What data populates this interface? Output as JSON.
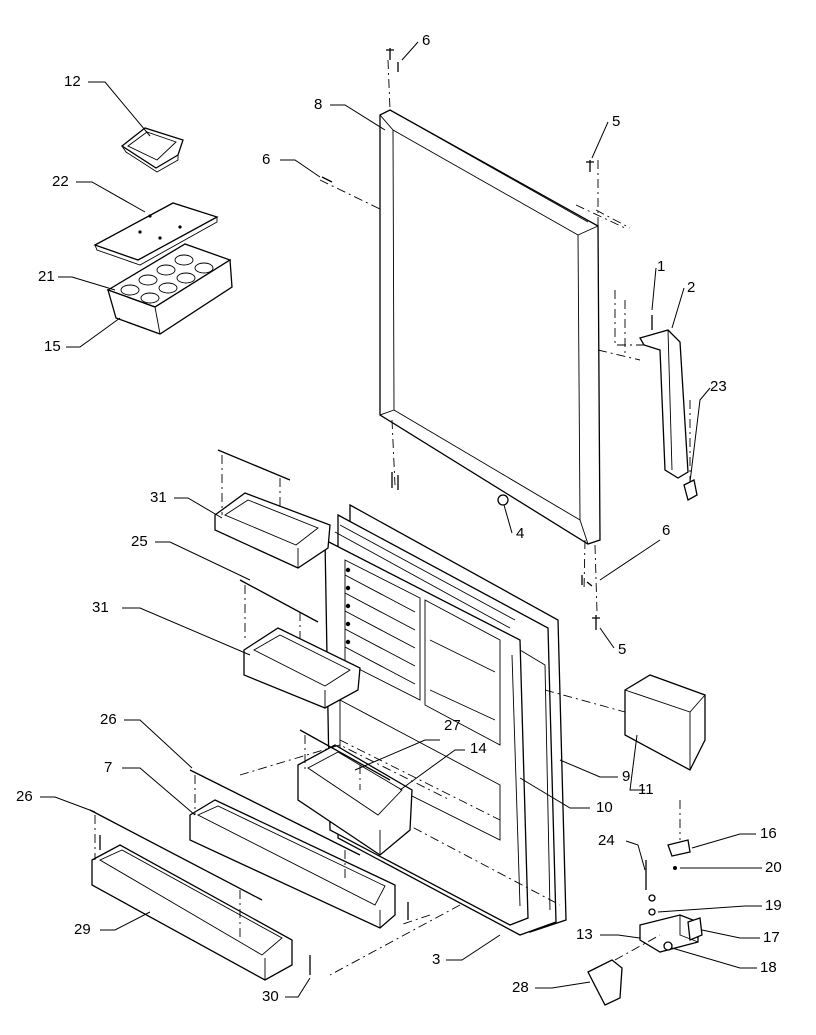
{
  "callouts": [
    {
      "id": "c12",
      "text": "12"
    },
    {
      "id": "c22",
      "text": "22"
    },
    {
      "id": "c21",
      "text": "21"
    },
    {
      "id": "c15",
      "text": "15"
    },
    {
      "id": "c6a",
      "text": "6"
    },
    {
      "id": "c8",
      "text": "8"
    },
    {
      "id": "c6b",
      "text": "6"
    },
    {
      "id": "c5a",
      "text": "5"
    },
    {
      "id": "c1",
      "text": "1"
    },
    {
      "id": "c2",
      "text": "2"
    },
    {
      "id": "c23",
      "text": "23"
    },
    {
      "id": "c4",
      "text": "4"
    },
    {
      "id": "c6c",
      "text": "6"
    },
    {
      "id": "c5b",
      "text": "5"
    },
    {
      "id": "c31a",
      "text": "31"
    },
    {
      "id": "c25",
      "text": "25"
    },
    {
      "id": "c31b",
      "text": "31"
    },
    {
      "id": "c26a",
      "text": "26"
    },
    {
      "id": "c7",
      "text": "7"
    },
    {
      "id": "c26b",
      "text": "26"
    },
    {
      "id": "c27",
      "text": "27"
    },
    {
      "id": "c14",
      "text": "14"
    },
    {
      "id": "c9",
      "text": "9"
    },
    {
      "id": "c10",
      "text": "10"
    },
    {
      "id": "c11",
      "text": "11"
    },
    {
      "id": "c16",
      "text": "16"
    },
    {
      "id": "c24",
      "text": "24"
    },
    {
      "id": "c20",
      "text": "20"
    },
    {
      "id": "c19",
      "text": "19"
    },
    {
      "id": "c29",
      "text": "29"
    },
    {
      "id": "c13",
      "text": "13"
    },
    {
      "id": "c17",
      "text": "17"
    },
    {
      "id": "c3",
      "text": "3"
    },
    {
      "id": "c18",
      "text": "18"
    },
    {
      "id": "c28",
      "text": "28"
    },
    {
      "id": "c30",
      "text": "30"
    }
  ]
}
